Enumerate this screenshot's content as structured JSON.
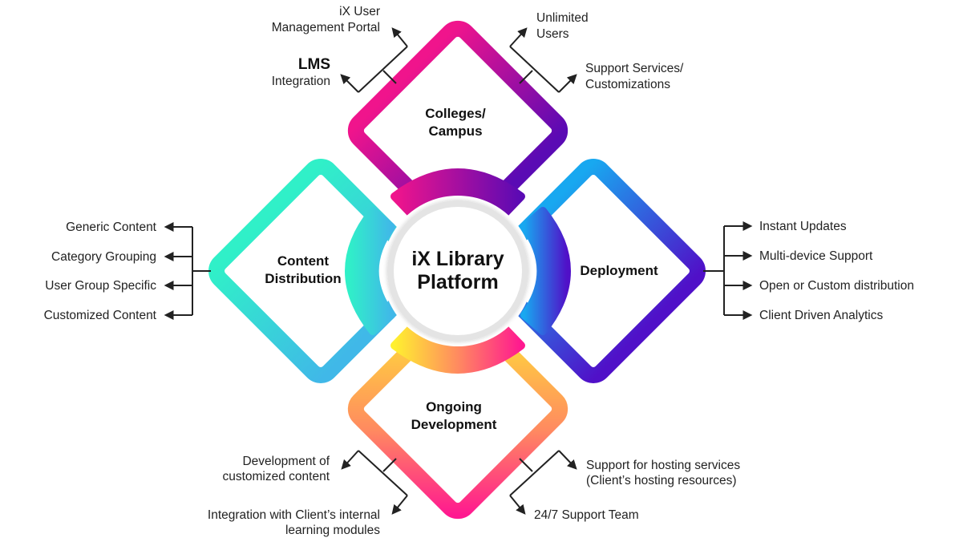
{
  "center": {
    "line1": "iX Library",
    "line2": "Platform"
  },
  "colleges": {
    "line1": "Colleges/",
    "line2": "Campus",
    "items": [
      {
        "l1": "iX User",
        "l2": "Management Portal"
      },
      {
        "l1": "LMS",
        "l2": "Integration"
      },
      {
        "l1": "Unlimited",
        "l2": "Users"
      },
      {
        "l1": "Support Services/",
        "l2": "Customizations"
      }
    ]
  },
  "content": {
    "line1": "Content",
    "line2": "Distribution",
    "items": [
      "Generic Content",
      "Category Grouping",
      "User Group Specific",
      "Customized Content"
    ]
  },
  "deployment": {
    "line1": "Deployment",
    "items": [
      "Instant Updates",
      "Multi-device Support",
      "Open or Custom distribution",
      "Client Driven Analytics"
    ]
  },
  "ongoing": {
    "line1": "Ongoing",
    "line2": "Development",
    "items": [
      {
        "l1": "Development of",
        "l2": "customized content"
      },
      {
        "l1": "Integration with Client’s internal",
        "l2": "learning modules"
      },
      {
        "l1": "Support for hosting services",
        "l2": "(Client’s hosting resources)"
      },
      {
        "l1": "24/7 Support Team"
      }
    ]
  },
  "colors": {
    "magenta": "#f0148c",
    "purple": "#5a0ab4",
    "cyan": "#30f0c8",
    "sky": "#38c0e8",
    "blue": "#18a8f0",
    "violet": "#5010c8",
    "yellow": "#fff030",
    "pink": "#ff2890",
    "orange": "#ff8a60"
  }
}
